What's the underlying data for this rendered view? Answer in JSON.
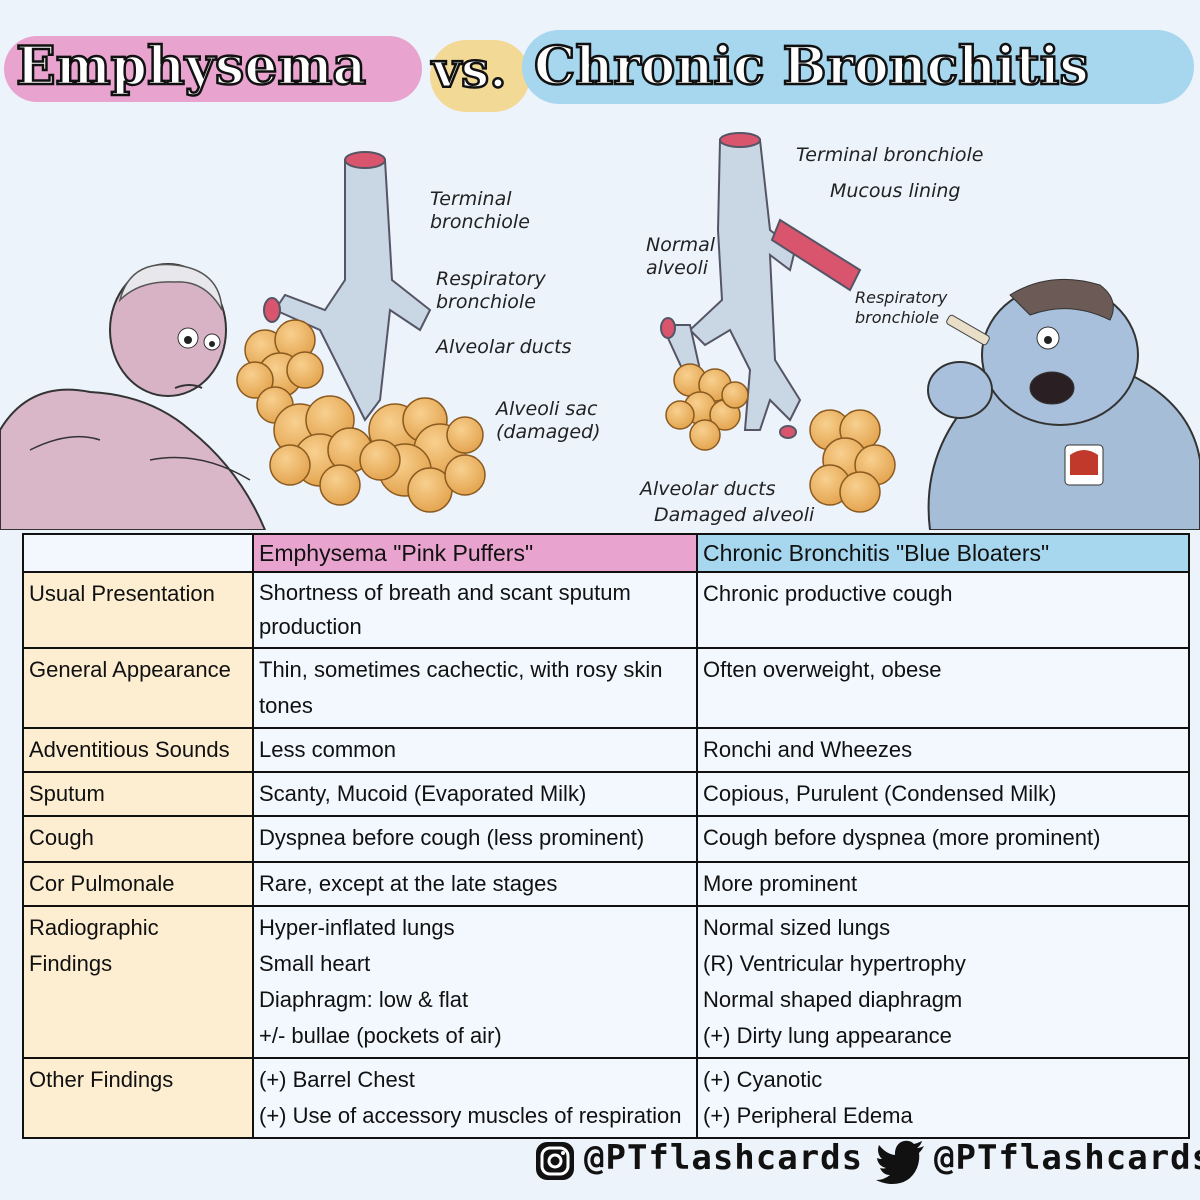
{
  "title": {
    "left": "Emphysema",
    "vs": "vs.",
    "right": "Chronic Bronchitis"
  },
  "diagram_left": {
    "labels": {
      "terminal": [
        "Terminal",
        "bronchiole"
      ],
      "respiratory": [
        "Respiratory",
        "bronchiole"
      ],
      "ducts": "Alveolar ducts",
      "sac": [
        "Alveoli sac",
        "(damaged)"
      ]
    }
  },
  "diagram_right": {
    "labels": {
      "terminal": "Terminal bronchiole",
      "mucous": "Mucous lining",
      "normal": [
        "Normal",
        "alveoli"
      ],
      "respiratory": [
        "Respiratory",
        "bronchiole"
      ],
      "ducts": "Alveolar ducts",
      "damaged": "Damaged alveoli"
    }
  },
  "colors": {
    "pink": "#e8a4cf",
    "blue": "#a6d7ee",
    "yellow": "#f3d996",
    "rowhead": "#fdeed2",
    "alveoli": "#f0b765",
    "bronchus": "#c9d6e3"
  },
  "table": {
    "header": [
      "",
      "Emphysema \"Pink Puffers\"",
      "Chronic Bronchitis \"Blue Bloaters\""
    ],
    "rows": [
      {
        "label": "Usual Presentation",
        "emphysema": [
          "Shortness of breath and scant sputum production"
        ],
        "bronchitis": [
          "Chronic productive cough"
        ]
      },
      {
        "label": "General Appearance",
        "emphysema": [
          "Thin, sometimes cachectic, with rosy skin tones"
        ],
        "bronchitis": [
          "Often overweight, obese"
        ]
      },
      {
        "label": "Adventitious Sounds",
        "emphysema": [
          "Less common"
        ],
        "bronchitis": [
          "Ronchi and Wheezes"
        ]
      },
      {
        "label": "Sputum",
        "emphysema": [
          "Scanty, Mucoid (Evaporated Milk)"
        ],
        "bronchitis": [
          "Copious, Purulent (Condensed Milk)"
        ]
      },
      {
        "label": "Cough",
        "emphysema": [
          "Dyspnea before cough (less prominent)"
        ],
        "bronchitis": [
          "Cough before dyspnea (more prominent)"
        ]
      },
      {
        "label": "Cor Pulmonale",
        "emphysema": [
          "Rare, except at the late stages"
        ],
        "bronchitis": [
          "More prominent"
        ]
      },
      {
        "label": "Radiographic Findings",
        "emphysema": [
          "Hyper-inflated lungs",
          "Small heart",
          "Diaphragm: low & flat",
          "+/- bullae (pockets of air)"
        ],
        "bronchitis": [
          "Normal sized lungs",
          "(R) Ventricular hypertrophy",
          "Normal shaped diaphragm",
          "(+) Dirty lung appearance"
        ]
      },
      {
        "label": "Other Findings",
        "emphysema": [
          "(+) Barrel Chest",
          "(+) Use of accessory muscles of respiration"
        ],
        "bronchitis": [
          "(+) Cyanotic",
          "(+) Peripheral Edema"
        ]
      }
    ]
  },
  "footer": {
    "instagram_icon": "instagram-icon",
    "instagram_handle": "@PTflashcards",
    "twitter_icon": "twitter-bird-icon",
    "twitter_handle": "@PTflashcards"
  }
}
